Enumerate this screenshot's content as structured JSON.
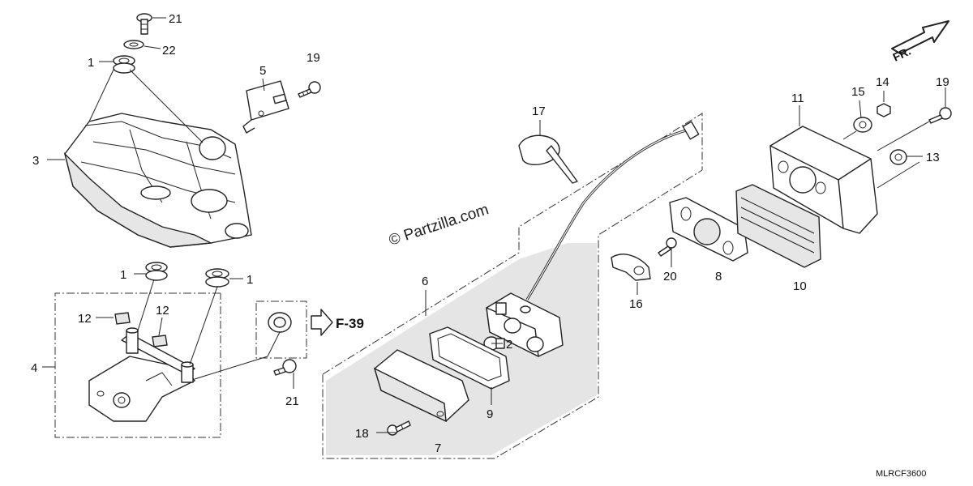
{
  "diagram": {
    "watermark": "© Partzilla.com",
    "direction_label": "FR.",
    "reference_label": "F-39",
    "diagram_code": "MLRCF3600",
    "callouts": {
      "c21_top": "21",
      "c22": "22",
      "c1_top": "1",
      "c3": "3",
      "c5": "5",
      "c19_left": "19",
      "c1_mid_left": "1",
      "c1_mid_right": "1",
      "c12_left": "12",
      "c12_right": "12",
      "c4": "4",
      "c21_bottom": "21",
      "c17": "17",
      "c6": "6",
      "c2": "2",
      "c9": "9",
      "c18": "18",
      "c7": "7",
      "c16": "16",
      "c20": "20",
      "c8": "8",
      "c10": "10",
      "c11": "11",
      "c15": "15",
      "c14": "14",
      "c19_right": "19",
      "c13": "13"
    }
  }
}
